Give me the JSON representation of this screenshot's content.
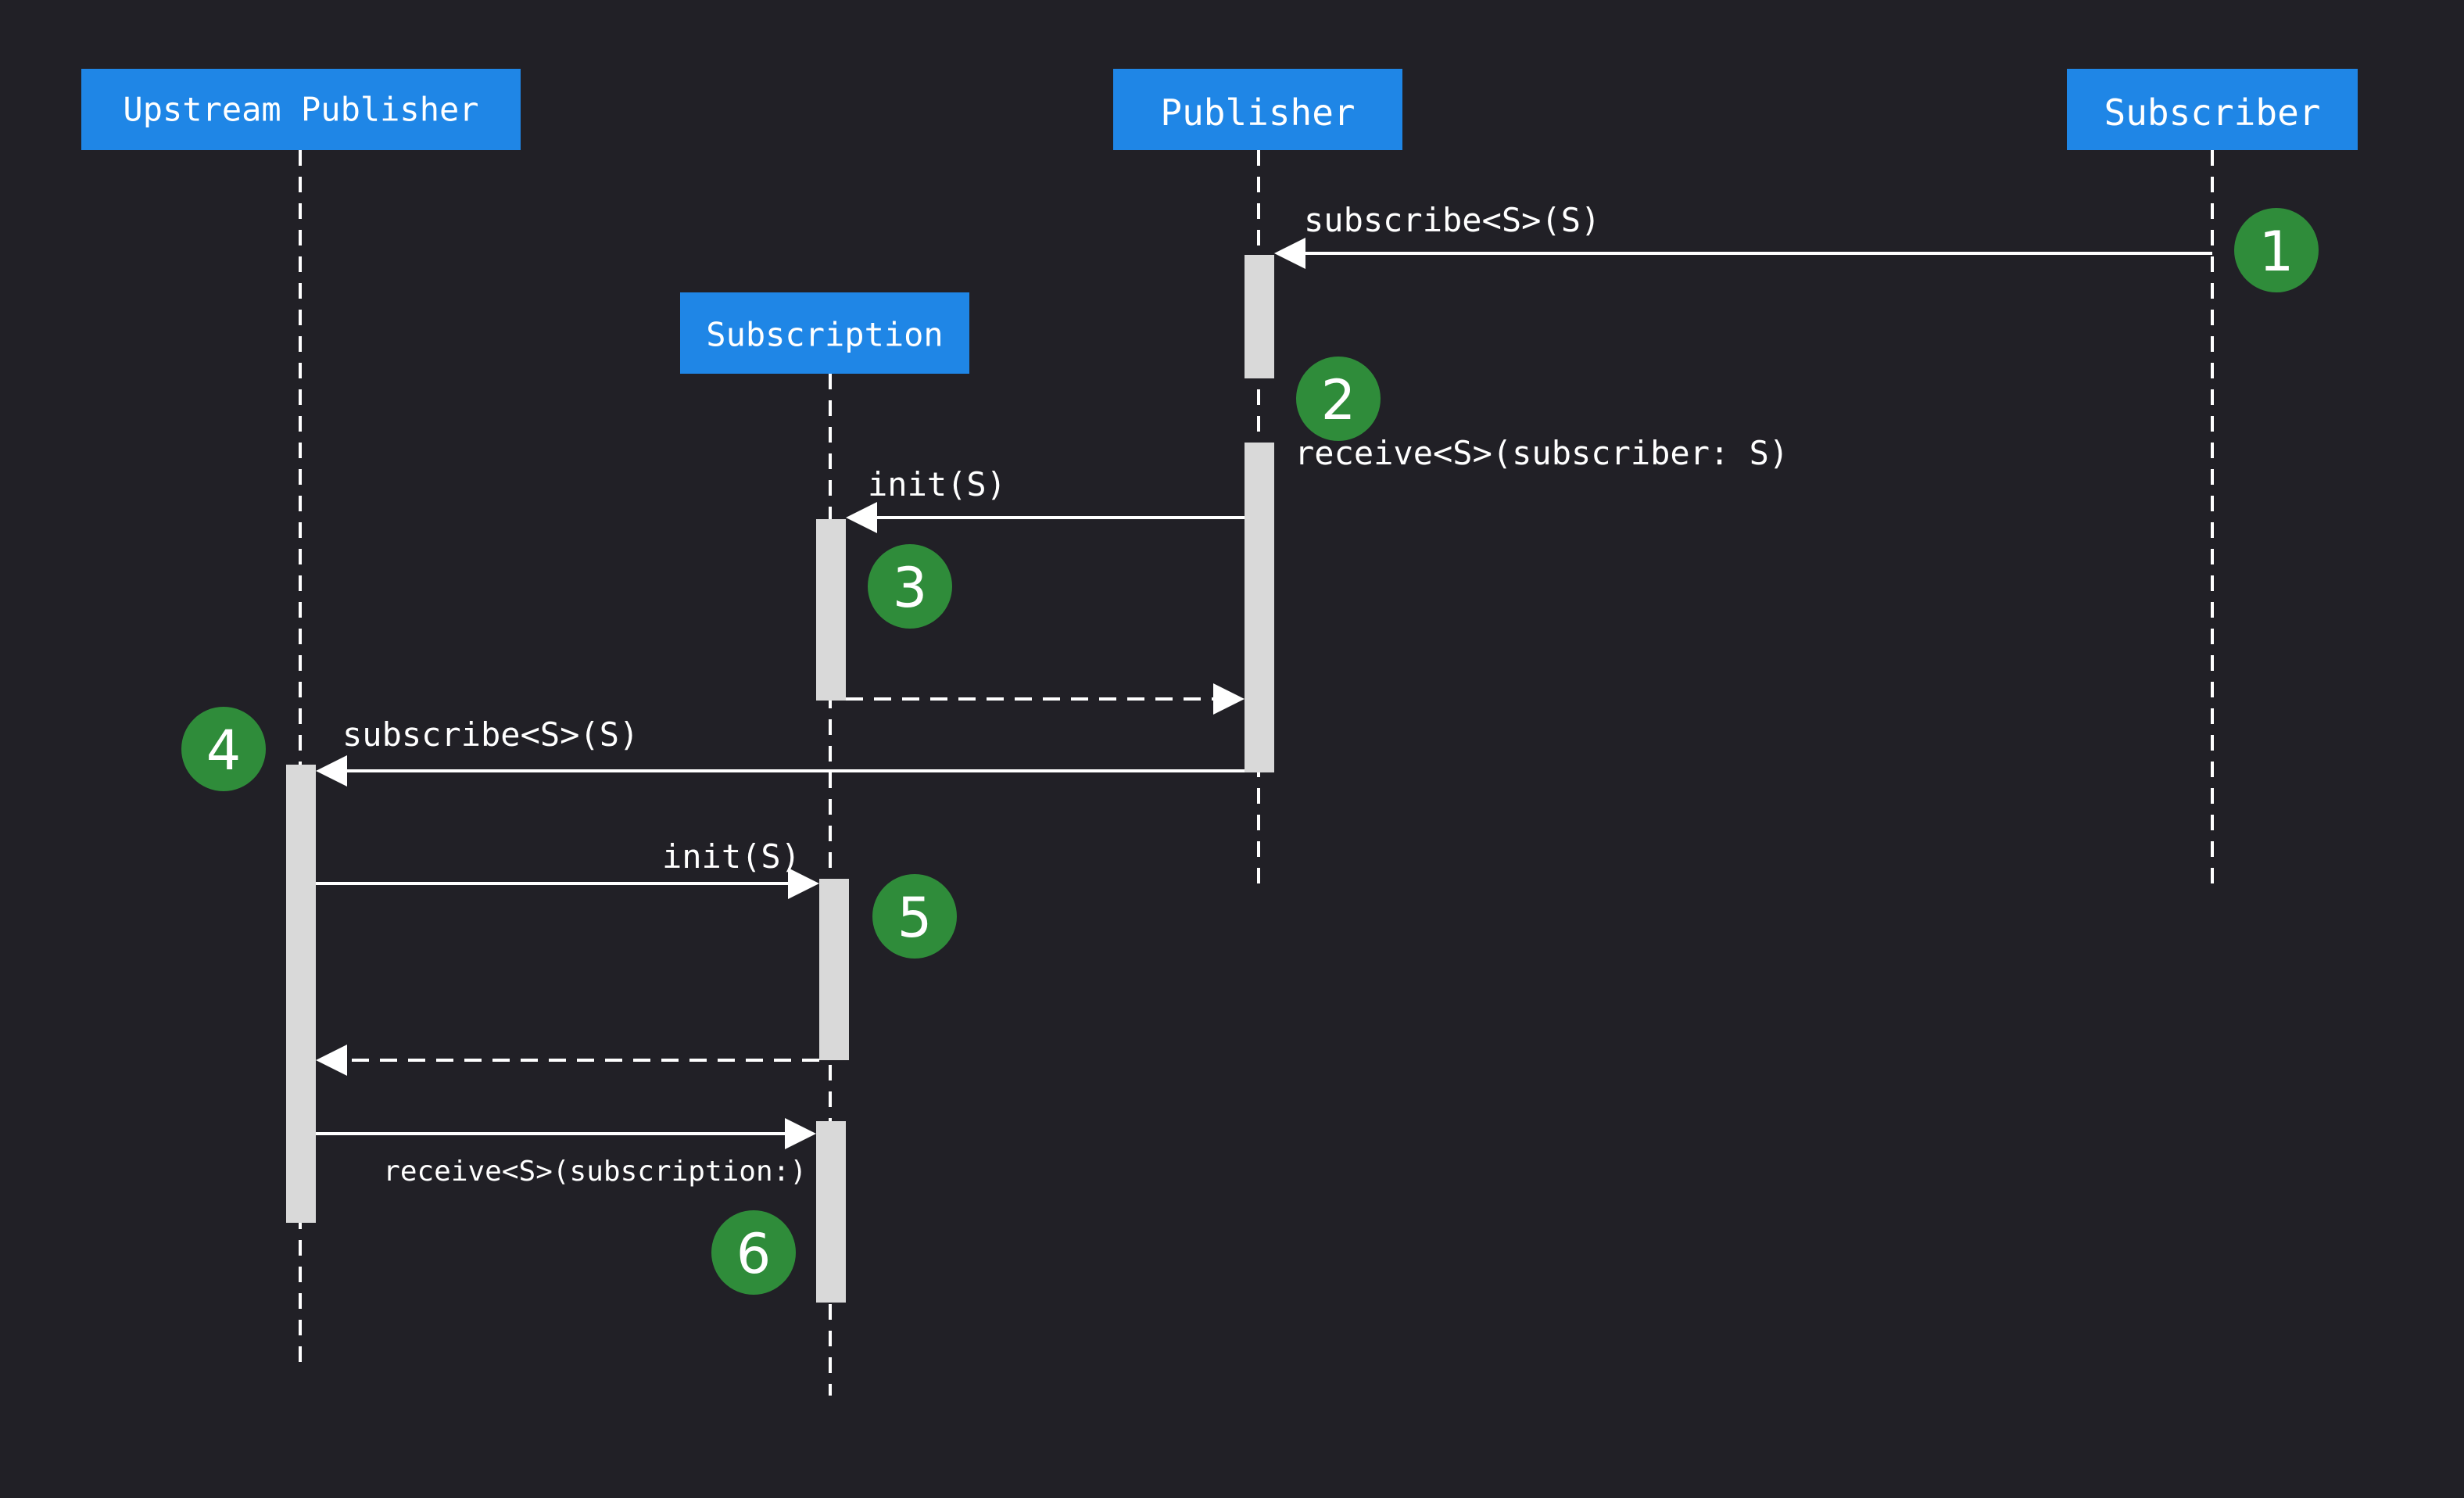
{
  "colors": {
    "background": "#212026",
    "participant_box": "#1f86e6",
    "lifeline": "#ffffff",
    "activation": "#d9d9d9",
    "arrow": "#ffffff",
    "step_badge": "#2f8c3a",
    "text": "#ffffff"
  },
  "participants": {
    "upstream_publisher": "Upstream Publisher",
    "publisher": "Publisher",
    "subscriber": "Subscriber",
    "subscription": "Subscription"
  },
  "messages": {
    "m1": "subscribe<S>(S)",
    "m2": "receive<S>(subscriber: S)",
    "m3": "init(S)",
    "m4": "subscribe<S>(S)",
    "m5": "init(S)",
    "m6": "receive<S>(subscription:)"
  },
  "steps": {
    "s1": "1",
    "s2": "2",
    "s3": "3",
    "s4": "4",
    "s5": "5",
    "s6": "6"
  }
}
